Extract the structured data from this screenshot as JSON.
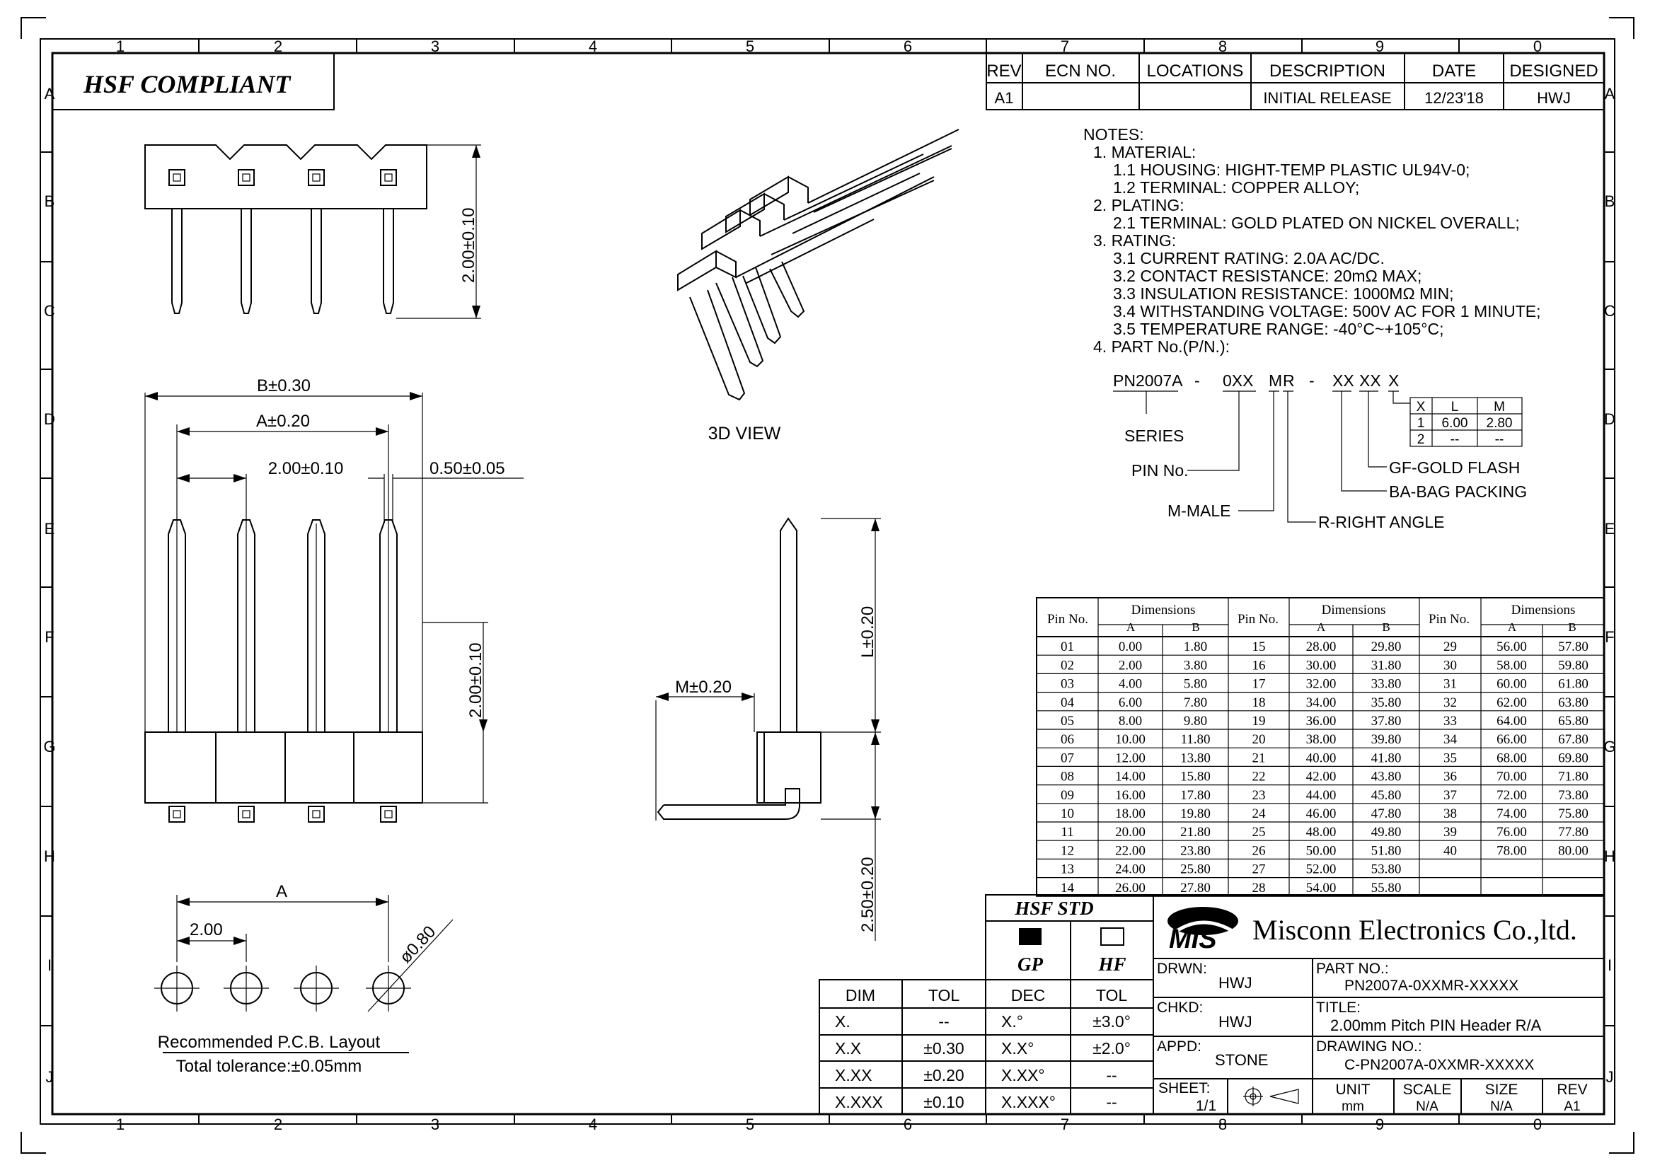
{
  "border": {
    "columns": [
      "1",
      "2",
      "3",
      "4",
      "5",
      "6",
      "7",
      "8",
      "9",
      "0"
    ],
    "rows": [
      "A",
      "B",
      "C",
      "D",
      "E",
      "F",
      "G",
      "H",
      "I",
      "J"
    ]
  },
  "hsf_compliant": "HSF  COMPLIANT",
  "revision": {
    "headers": [
      "REV",
      "ECN  NO.",
      "LOCATIONS",
      "DESCRIPTION",
      "DATE",
      "DESIGNED"
    ],
    "row": [
      "A1",
      "",
      "",
      "INITIAL  RELEASE",
      "12/23'18",
      "HWJ"
    ]
  },
  "notes": [
    "NOTES:",
    "1.  MATERIAL:",
    "1.1  HOUSING:  HIGHT-TEMP  PLASTIC  UL94V-0;",
    "1.2  TERMINAL:  COPPER  ALLOY;",
    "2.  PLATING:",
    "2.1  TERMINAL:  GOLD  PLATED  ON  NICKEL  OVERALL;",
    "3.  RATING:",
    "3.1  CURRENT  RATING:  2.0A  AC/DC.",
    "3.2  CONTACT  RESISTANCE:  20mΩ  MAX;",
    "3.3  INSULATION  RESISTANCE:  1000MΩ  MIN;",
    "3.4  WITHSTANDING  VOLTAGE:  500V  AC  FOR  1  MINUTE;",
    "3.5  TEMPERATURE  RANGE:  -40°C~+105°C;",
    "4.  PART  No.(P/N.):"
  ],
  "part_code": {
    "base": "PN2007A",
    "dash": "-",
    "pins": "0XX",
    "m": "M",
    "r": "R",
    "xx1": "XX",
    "xx2": "XX",
    "x": "X",
    "series": "SERIES",
    "pin_no": "PIN  No.",
    "male": "M-MALE",
    "right_angle": "R-RIGHT  ANGLE",
    "bag": "BA-BAG  PACKING",
    "gold": "GF-GOLD  FLASH",
    "lm_headers": [
      "X",
      "L",
      "M"
    ],
    "lm_rows": [
      [
        "1",
        "6.00",
        "2.80"
      ],
      [
        "2",
        "--",
        "--"
      ]
    ]
  },
  "views": {
    "label_3d": "3D  VIEW",
    "dim_top": "2.00±0.10",
    "dim_b": "B±0.30",
    "dim_a": "A±0.20",
    "dim_pitch": "2.00±0.10",
    "dim_pin": "0.50±0.05",
    "dim_front_h": "2.00±0.10",
    "dim_l": "L±0.20",
    "dim_m": "M±0.20",
    "dim_250": "2.50±0.20",
    "pcb_a": "A",
    "pcb_200": "2.00",
    "pcb_dia": "ø0.80",
    "pcb_title": "Recommended  P.C.B.  Layout",
    "pcb_tol": "Total  tolerance:±0.05mm"
  },
  "dim_table": {
    "pin_header": "Pin No.",
    "dims_header": "Dimensions",
    "a": "A",
    "b": "B",
    "rows": [
      [
        "01",
        "0.00",
        "1.80",
        "15",
        "28.00",
        "29.80",
        "29",
        "56.00",
        "57.80"
      ],
      [
        "02",
        "2.00",
        "3.80",
        "16",
        "30.00",
        "31.80",
        "30",
        "58.00",
        "59.80"
      ],
      [
        "03",
        "4.00",
        "5.80",
        "17",
        "32.00",
        "33.80",
        "31",
        "60.00",
        "61.80"
      ],
      [
        "04",
        "6.00",
        "7.80",
        "18",
        "34.00",
        "35.80",
        "32",
        "62.00",
        "63.80"
      ],
      [
        "05",
        "8.00",
        "9.80",
        "19",
        "36.00",
        "37.80",
        "33",
        "64.00",
        "65.80"
      ],
      [
        "06",
        "10.00",
        "11.80",
        "20",
        "38.00",
        "39.80",
        "34",
        "66.00",
        "67.80"
      ],
      [
        "07",
        "12.00",
        "13.80",
        "21",
        "40.00",
        "41.80",
        "35",
        "68.00",
        "69.80"
      ],
      [
        "08",
        "14.00",
        "15.80",
        "22",
        "42.00",
        "43.80",
        "36",
        "70.00",
        "71.80"
      ],
      [
        "09",
        "16.00",
        "17.80",
        "23",
        "44.00",
        "45.80",
        "37",
        "72.00",
        "73.80"
      ],
      [
        "10",
        "18.00",
        "19.80",
        "24",
        "46.00",
        "47.80",
        "38",
        "74.00",
        "75.80"
      ],
      [
        "11",
        "20.00",
        "21.80",
        "25",
        "48.00",
        "49.80",
        "39",
        "76.00",
        "77.80"
      ],
      [
        "12",
        "22.00",
        "23.80",
        "26",
        "50.00",
        "51.80",
        "40",
        "78.00",
        "80.00"
      ],
      [
        "13",
        "24.00",
        "25.80",
        "27",
        "52.00",
        "53.80",
        "",
        "",
        ""
      ],
      [
        "14",
        "26.00",
        "27.80",
        "28",
        "54.00",
        "55.80",
        "",
        "",
        ""
      ]
    ]
  },
  "tolerance": {
    "headers": [
      "DIM",
      "TOL",
      "DEC",
      "TOL"
    ],
    "rows": [
      [
        "X.",
        "--",
        "X.°",
        "±3.0°"
      ],
      [
        "X.X",
        "±0.30",
        "X.X°",
        "±2.0°"
      ],
      [
        "X.XX",
        "±0.20",
        "X.XX°",
        "--"
      ],
      [
        "X.XXX",
        "±0.10",
        "X.XXX°",
        "--"
      ]
    ]
  },
  "hsf_std": {
    "title": "HSF  STD",
    "gp": "GP",
    "hf": "HF"
  },
  "title_block": {
    "logo": "MIS",
    "company": "Misconn Electronics Co.,ltd.",
    "drwn_label": "DRWN:",
    "drwn": "HWJ",
    "chkd_label": "CHKD:",
    "chkd": "HWJ",
    "appd_label": "APPD:",
    "appd": "STONE",
    "part_label": "PART  NO.:",
    "part": "PN2007A-0XXMR-XXXXX",
    "title_label": "TITLE:",
    "title": "2.00mm  Pitch  PIN  Header  R/A",
    "drawing_label": "DRAWING  NO.:",
    "drawing": "C-PN2007A-0XXMR-XXXXX",
    "sheet_label": "SHEET:",
    "sheet": "1/1",
    "unit_label": "UNIT",
    "unit": "mm",
    "scale_label": "SCALE",
    "scale": "N/A",
    "size_label": "SIZE",
    "size": "N/A",
    "rev_label": "REV",
    "rev": "A1"
  }
}
